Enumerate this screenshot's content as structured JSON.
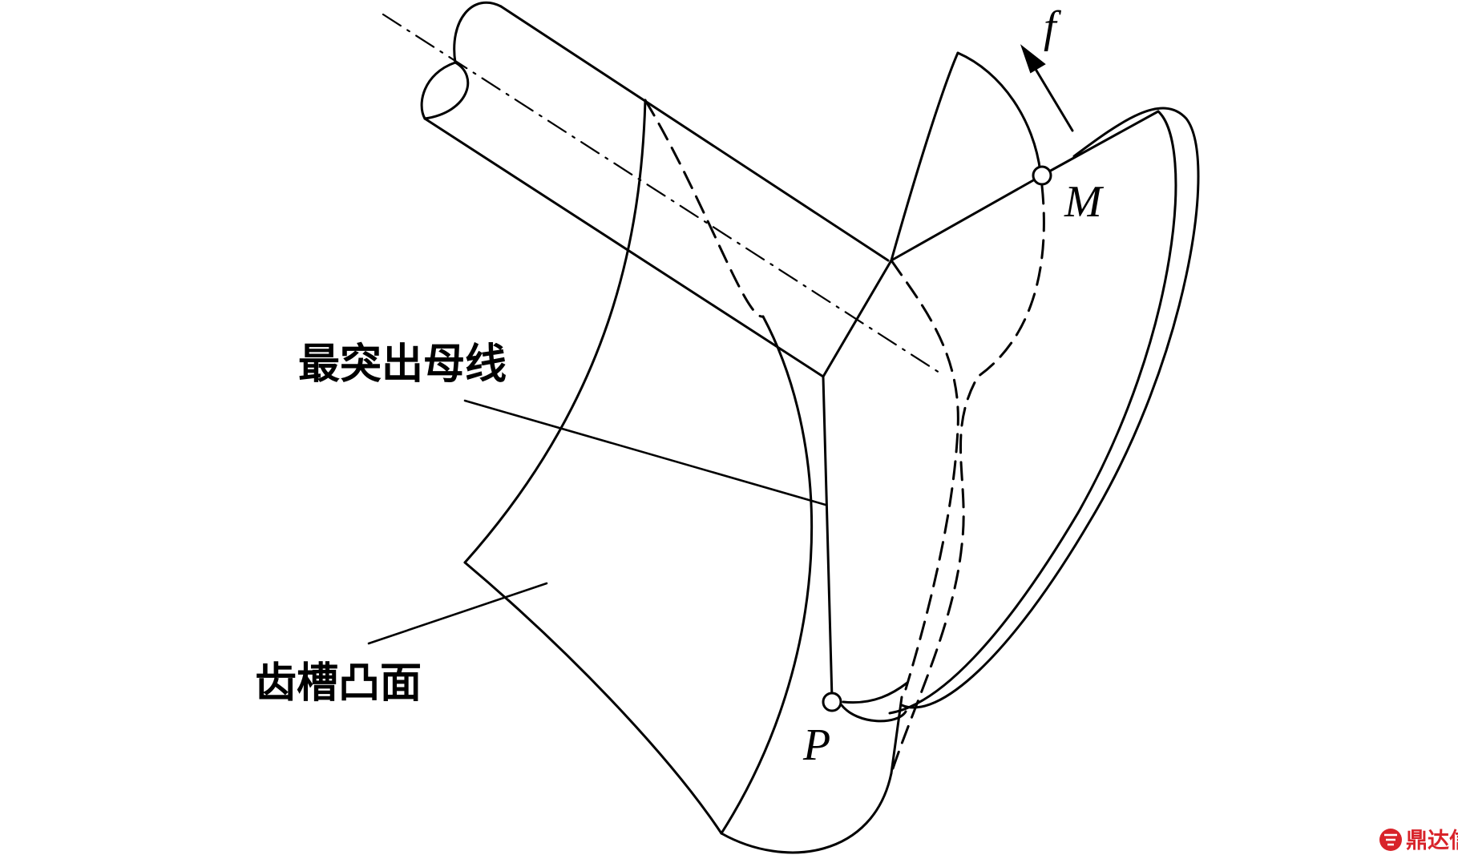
{
  "labels": {
    "generatrix": "最突出母线",
    "convex_surface": "齿槽凸面",
    "point_m": "M",
    "point_p": "P",
    "feed": "f"
  },
  "watermark": {
    "text": "鼎达信",
    "color": "#d8232a"
  }
}
